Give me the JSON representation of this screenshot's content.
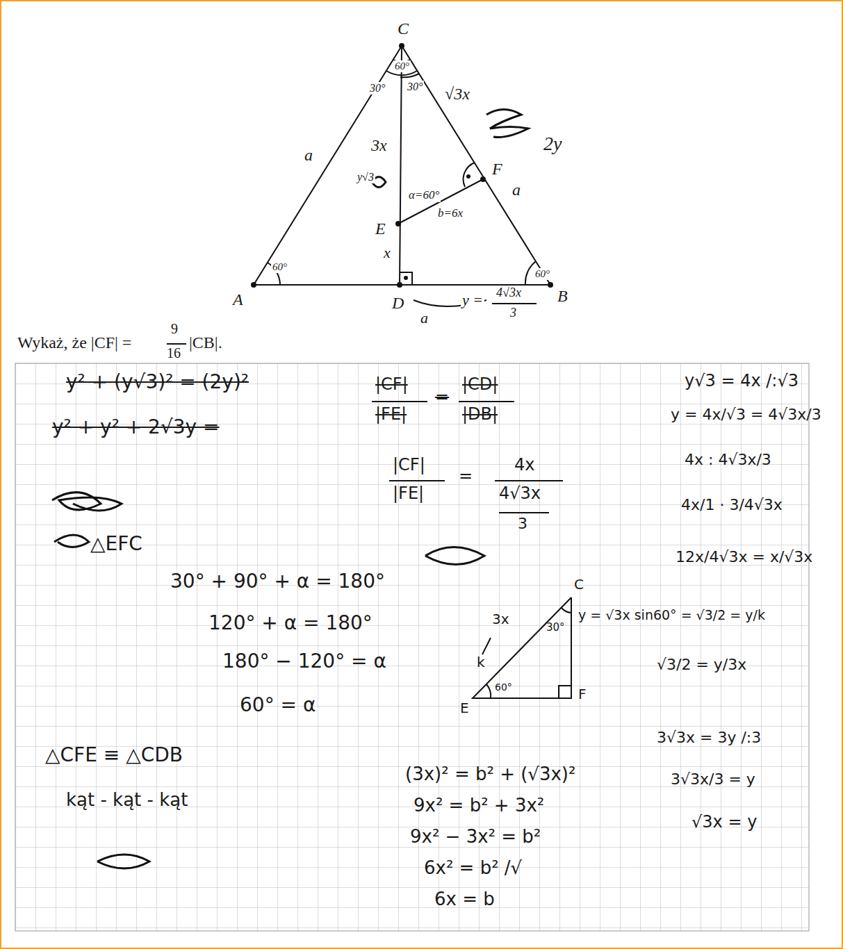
{
  "diagram": {
    "labels": [
      "C",
      "A",
      "B",
      "D",
      "E",
      "F",
      "60°",
      "30°",
      "30°",
      "√3x",
      "2y",
      "a",
      "3x",
      "y√3",
      "α=60°",
      "b=6x",
      "x",
      "a",
      "60°",
      "60°",
      "y =",
      "4√3x",
      "3",
      "a",
      "Wykaż, że |CF| =",
      "9",
      "16",
      "|CB|.",
      "y² + (y√3)² = (2y)²",
      "y² + y² + 2√3y =",
      "△EFC",
      "30° + 90° + α = 180°",
      "120° + α = 180°",
      "180° − 120° = α",
      "60° = α",
      "△CFE ≡ △CDB",
      "kąt - kąt - kąt",
      "|CF|",
      "|FE|",
      "=",
      "|CD|",
      "|DB|",
      "|CF|",
      "|FE|",
      "=",
      "4x",
      "4√3x",
      "3",
      "C",
      "30°",
      "3x",
      "k",
      "60°",
      "E",
      "F",
      "y = √3x sin60° = √3/2 = y/k",
      "(3x)² = b² + (√3x)²",
      "9x² = b² + 3x²",
      "9x² − 3x² = b²",
      "6x² = b² /√",
      "6x = b",
      "y√3 = 4x /:√3",
      "y = 4x/√3 = 4√3x/3",
      "4x : 4√3x/3",
      "4x/1 · 3/4√3x",
      "12x/4√3x = x/√3x",
      "√3/2 = y/3x",
      "3√3x = 3y /:3",
      "3√3x/3 = y",
      "√3x = y"
    ]
  }
}
